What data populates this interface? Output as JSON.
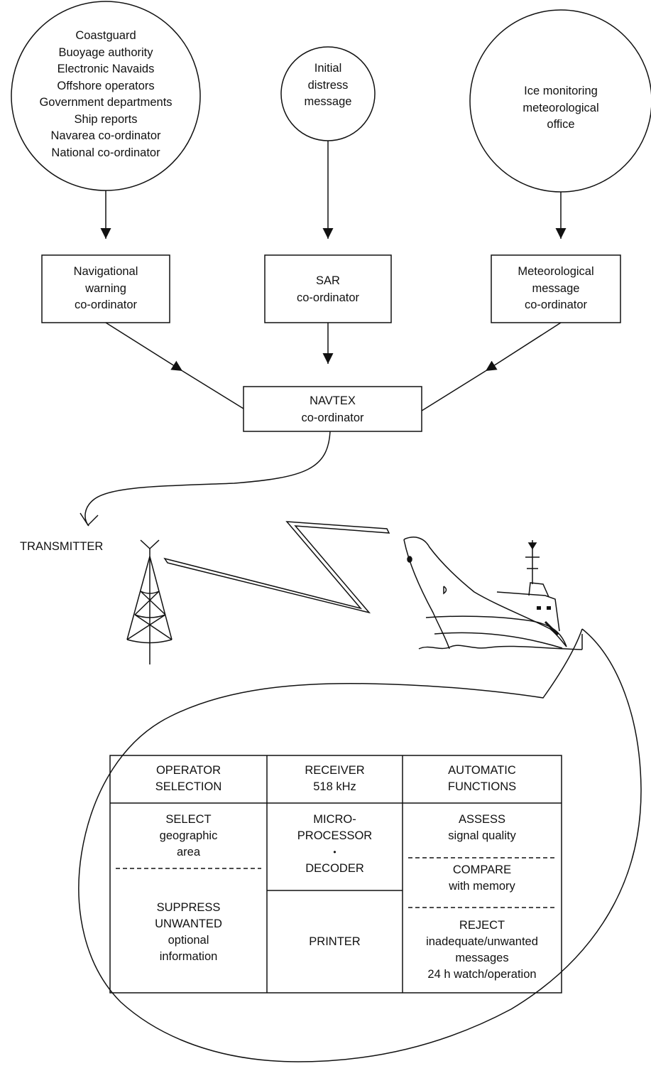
{
  "sources": {
    "left_circle": [
      "Coastguard",
      "Buoyage authority",
      "Electronic Navaids",
      "Offshore operators",
      "Government departments",
      "Ship reports",
      "Navarea co-ordinator",
      "National co-ordinator"
    ],
    "middle_circle": [
      "Initial",
      "distress",
      "message"
    ],
    "right_circle": [
      "Ice monitoring",
      "meteorological",
      "office"
    ]
  },
  "coordinators": {
    "navigational": [
      "Navigational",
      "warning",
      "co-ordinator"
    ],
    "sar": [
      "SAR",
      "co-ordinator"
    ],
    "meteorological": [
      "Meteorological",
      "message",
      "co-ordinator"
    ],
    "navtex": [
      "NAVTEX",
      "co-ordinator"
    ]
  },
  "transmitter_label": "TRANSMITTER",
  "receiver_table": {
    "headers": [
      [
        "OPERATOR",
        "SELECTION"
      ],
      [
        "RECEIVER",
        "518 kHz"
      ],
      [
        "AUTOMATIC",
        "FUNCTIONS"
      ]
    ],
    "operator": {
      "select": [
        "SELECT",
        "geographic",
        "area"
      ],
      "suppress": [
        "SUPPRESS",
        "UNWANTED",
        "optional",
        "information"
      ]
    },
    "receiver": {
      "decoder": [
        "MICRO-",
        "PROCESSOR",
        "•",
        "DECODER"
      ],
      "printer": "PRINTER"
    },
    "automatic": {
      "assess": [
        "ASSESS",
        "signal quality"
      ],
      "compare": [
        "COMPARE",
        "with memory"
      ],
      "reject": [
        "REJECT",
        "inadequate/unwanted",
        "messages",
        "24 h watch/operation"
      ]
    }
  }
}
